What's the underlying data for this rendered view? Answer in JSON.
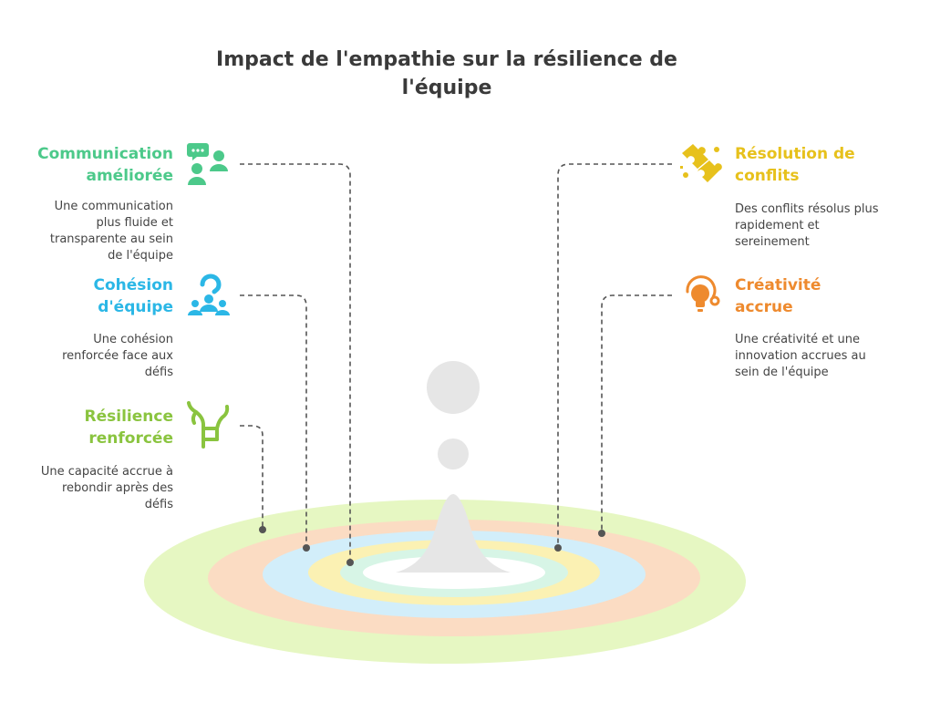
{
  "title": {
    "line1": "Impact de l'empathie sur la résilience de",
    "line2": "l'équipe"
  },
  "colors": {
    "communication": "#4cc98a",
    "cohesion": "#2bb7e6",
    "resilience": "#8ac43f",
    "conflits": "#e7c11c",
    "creativite": "#ee8a2e",
    "ring_outer": "#e6f7c2",
    "ring_peach": "#fbdcc3",
    "ring_blue": "#d2eefa",
    "ring_yellow": "#fbf1b3",
    "ring_mint": "#d7f5e6",
    "drop": "#e6e6e6"
  },
  "items": {
    "communication": {
      "icon": "chat-people-icon",
      "title_l1": "Communication",
      "title_l2": "améliorée",
      "desc": [
        "Une communication",
        "plus fluide et",
        "transparente au sein",
        "de l'équipe"
      ]
    },
    "cohesion": {
      "icon": "team-icon",
      "title_l1": "Cohésion",
      "title_l2": "d'équipe",
      "desc": [
        "Une cohésion",
        "renforcée face aux",
        "défis"
      ]
    },
    "resilience": {
      "icon": "plant-icon",
      "title_l1": "Résilience",
      "title_l2": "renforcée",
      "desc": [
        "Une capacité accrue à",
        "rebondir après des",
        "défis"
      ]
    },
    "conflits": {
      "icon": "puzzle-icon",
      "title_l1": "Résolution de",
      "title_l2": "conflits",
      "desc": [
        "Des conflits résolus plus",
        "rapidement et",
        "sereinement"
      ]
    },
    "creativite": {
      "icon": "lightbulb-icon",
      "title_l1": "Créativité",
      "title_l2": "accrue",
      "desc": [
        "Une créativité et une",
        "innovation accrues au",
        "sein de l'équipe"
      ]
    }
  }
}
